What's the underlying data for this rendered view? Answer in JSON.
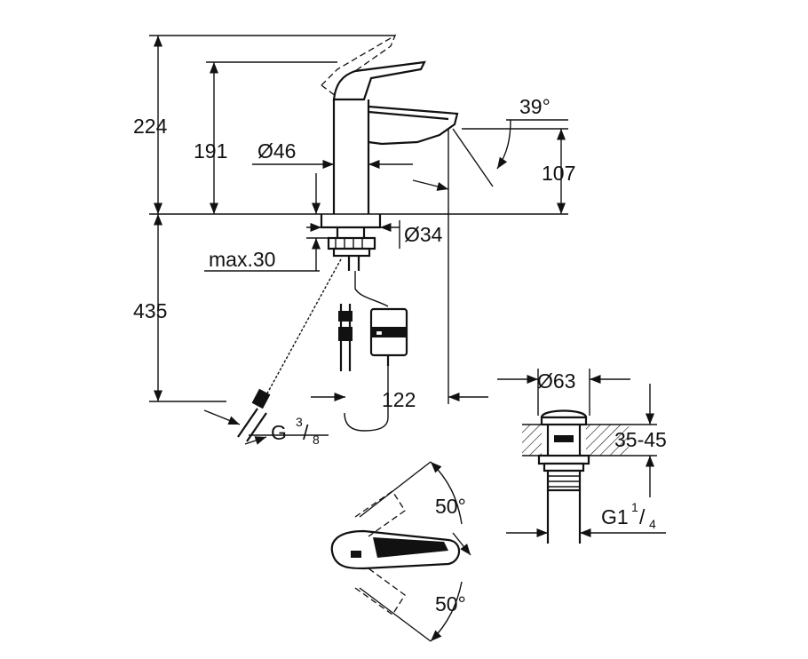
{
  "dimensions": {
    "height_total": "224",
    "height_spout": "191",
    "body_diameter": "Ø46",
    "spout_angle": "39°",
    "spout_projection_height": "107",
    "base_diameter": "Ø34",
    "max_deck_thickness": "max.30",
    "hose_length": "435",
    "spout_reach": "122",
    "hose_thread_main": "G",
    "hose_thread_num": "3",
    "hose_thread_den": "8",
    "waste_diameter": "Ø63",
    "waste_range": "35-45",
    "waste_thread_main": "G1",
    "waste_thread_num": "1",
    "waste_thread_den": "4",
    "handle_angle_left": "50°",
    "handle_angle_right": "50°"
  },
  "colors": {
    "line": "#111111",
    "background": "#ffffff"
  }
}
